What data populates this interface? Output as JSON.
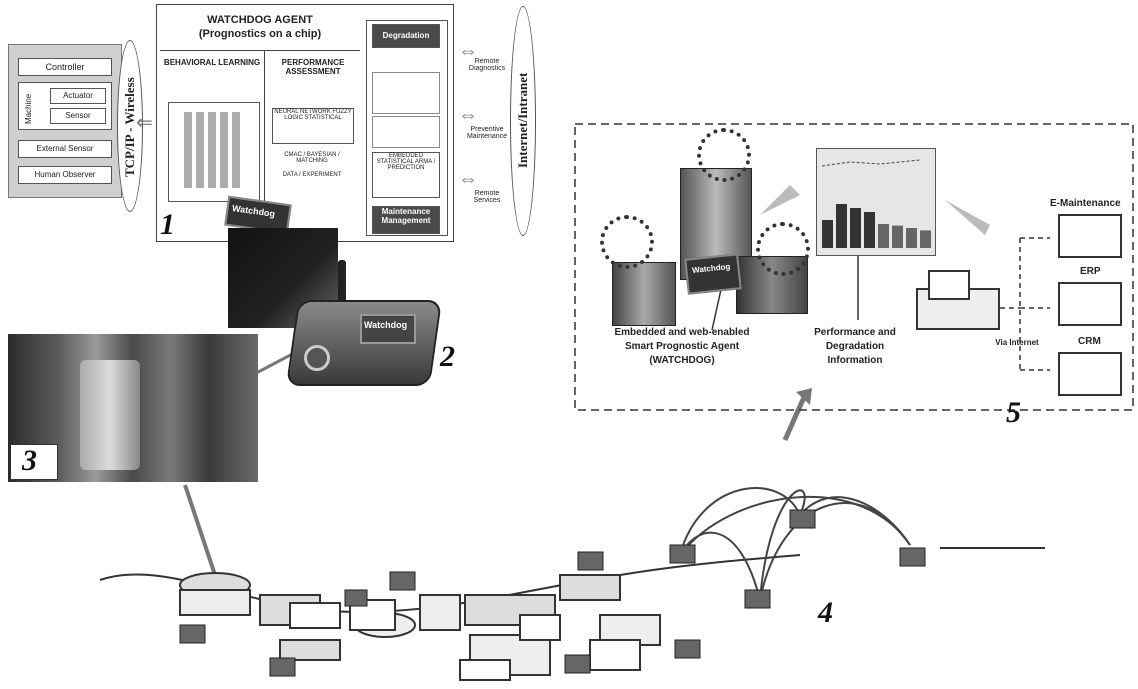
{
  "agent": {
    "title": "WATCHDOG AGENT",
    "subtitle": "(Prognostics on a chip)",
    "col_behavioral": "BEHAVIORAL LEARNING",
    "col_performance": "PERFORMANCE ASSESSMENT",
    "degradation": "Degradation",
    "maintenance": "Maintenance Management",
    "perf_text_1": "NEURAL NETWORK FUZZY LOGIC STATISTICAL",
    "perf_text_2": "CMAC / BAYESIAN / MATCHING",
    "perf_text_3": "DATA / EXPERIMENT",
    "pred_text": "EMBEDDED STATISTICAL ARMA / PREDICTION"
  },
  "inputs": {
    "controller": "Controller",
    "machine": "Machine",
    "actuator": "Actuator",
    "sensor": "Sensor",
    "external": "External Sensor",
    "human": "Human Observer",
    "link": "TCP/IP - Wireless"
  },
  "outputs": {
    "remote_diagnostics": "Remote Diagnostics",
    "preventive": "Preventive Maintenance",
    "remote_services": "Remote Services",
    "internet": "Internet/Intranet"
  },
  "chip_label": "Watchdog",
  "device_label": "Watchdog",
  "panel5": {
    "agent_caption": "Embedded and web-enabled Smart Prognostic Agent (WATCHDOG)",
    "perf_caption": "Performance and Degradation Information",
    "via_internet": "Via Internet",
    "targets": [
      "E-Maintenance",
      "ERP",
      "CRM"
    ],
    "chip_label": "Watchdog",
    "perf_bars": [
      0.35,
      0.55,
      0.5,
      0.45,
      0.3,
      0.28,
      0.25,
      0.22
    ]
  },
  "numbers": [
    "1",
    "2",
    "3",
    "4",
    "5"
  ]
}
